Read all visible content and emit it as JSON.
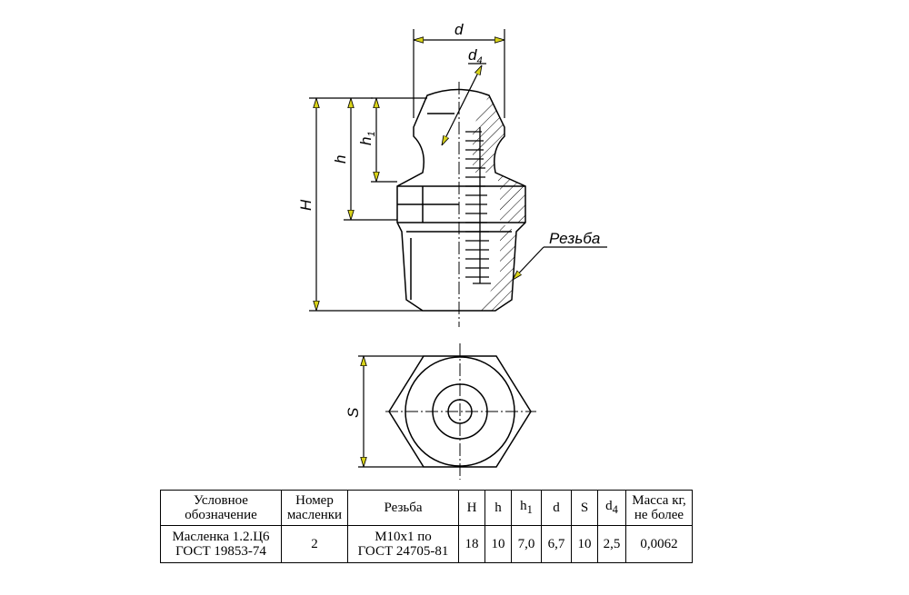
{
  "drawing": {
    "labels": {
      "d": "d",
      "d4": "d",
      "d4_sub": "4",
      "h1": "h",
      "h1_sub": "1",
      "h": "h",
      "H": "H",
      "S": "S",
      "thread": "Резьба"
    }
  },
  "table": {
    "headers": {
      "designation": [
        "Условное",
        "обозначение"
      ],
      "number": [
        "Номер",
        "масленки"
      ],
      "thread": "Резьба",
      "H": "H",
      "h": "h",
      "h1": "h",
      "h1_sub": "1",
      "d": "d",
      "S": "S",
      "d4": "d",
      "d4_sub": "4",
      "mass": [
        "Масса кг,",
        "не более"
      ]
    },
    "row": {
      "designation": [
        "Масленка 1.2.Ц6",
        "ГОСТ 19853-74"
      ],
      "number": "2",
      "thread": [
        "М10х1 по",
        "ГОСТ 24705-81"
      ],
      "H": "18",
      "h": "10",
      "h1": "7,0",
      "d": "6,7",
      "S": "10",
      "d4": "2,5",
      "mass": "0,0062"
    }
  }
}
